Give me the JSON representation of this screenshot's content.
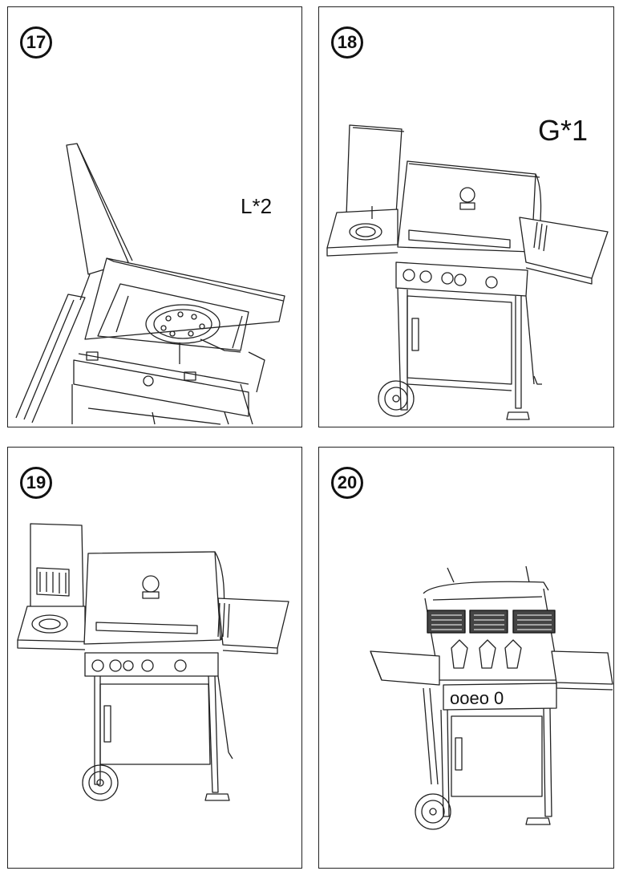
{
  "steps": [
    {
      "number": "17",
      "part_label": "L*2"
    },
    {
      "number": "18",
      "part_label": "G*1"
    },
    {
      "number": "19"
    },
    {
      "number": "20"
    }
  ],
  "colors": {
    "line": "#222222",
    "background": "#ffffff",
    "grate": "#444444"
  }
}
